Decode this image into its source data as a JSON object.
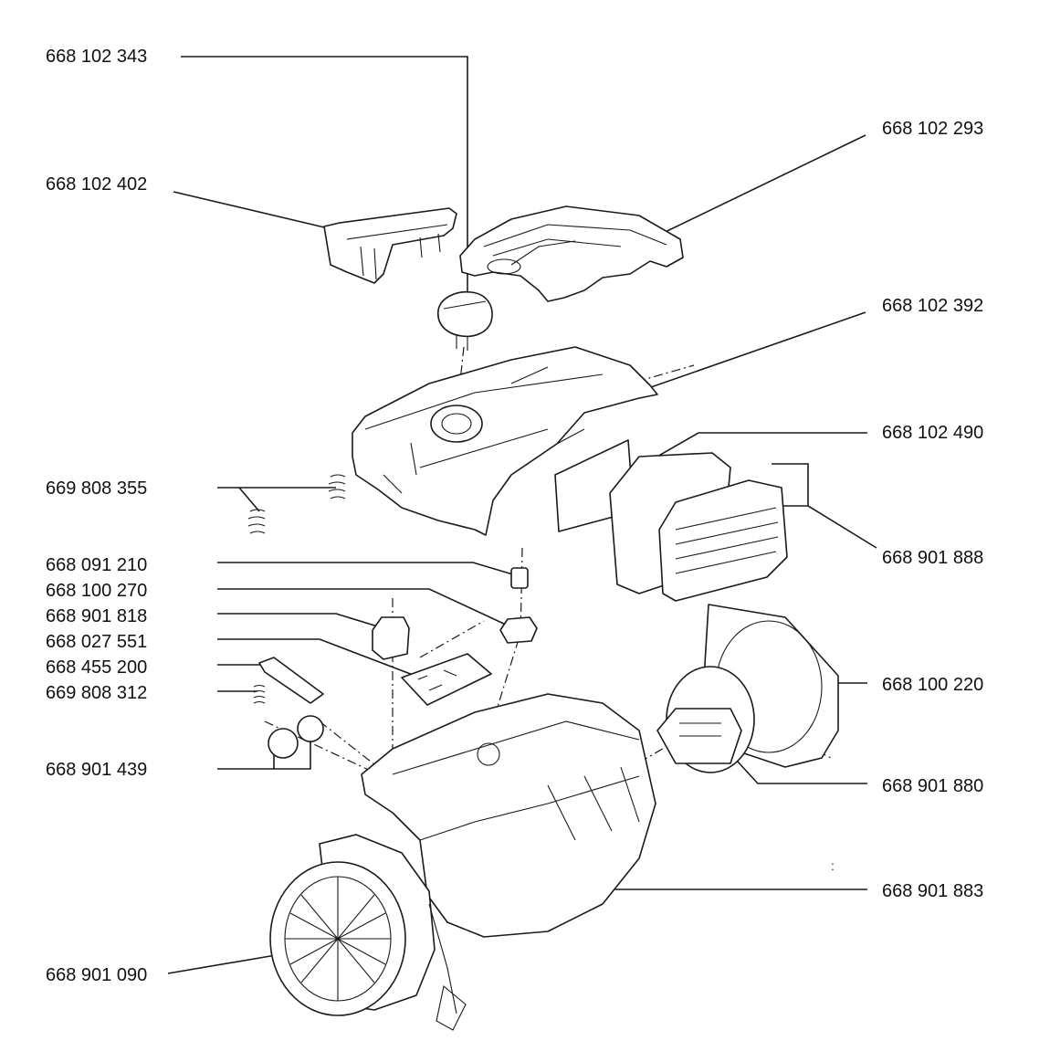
{
  "labels": {
    "top_knob": "668 102 343",
    "top_cover": "668 102 293",
    "front_cover": "668 102 402",
    "main_lid": "668 102 392",
    "filter_pad": "668 102 490",
    "springs": "669 808 355",
    "grille": "668 901 888",
    "part_091_210": "668 091 210",
    "part_100_270": "668 100 270",
    "switch": "668 901 818",
    "circuit_board": "668 027 551",
    "contact_strip": "668 455 200",
    "small_spring": "669 808 312",
    "wheels": "668 901 439",
    "motor_cover": "668 100 220",
    "motor": "668 901 880",
    "housing": "668 901 883",
    "cord_reel": "668 901 090"
  }
}
